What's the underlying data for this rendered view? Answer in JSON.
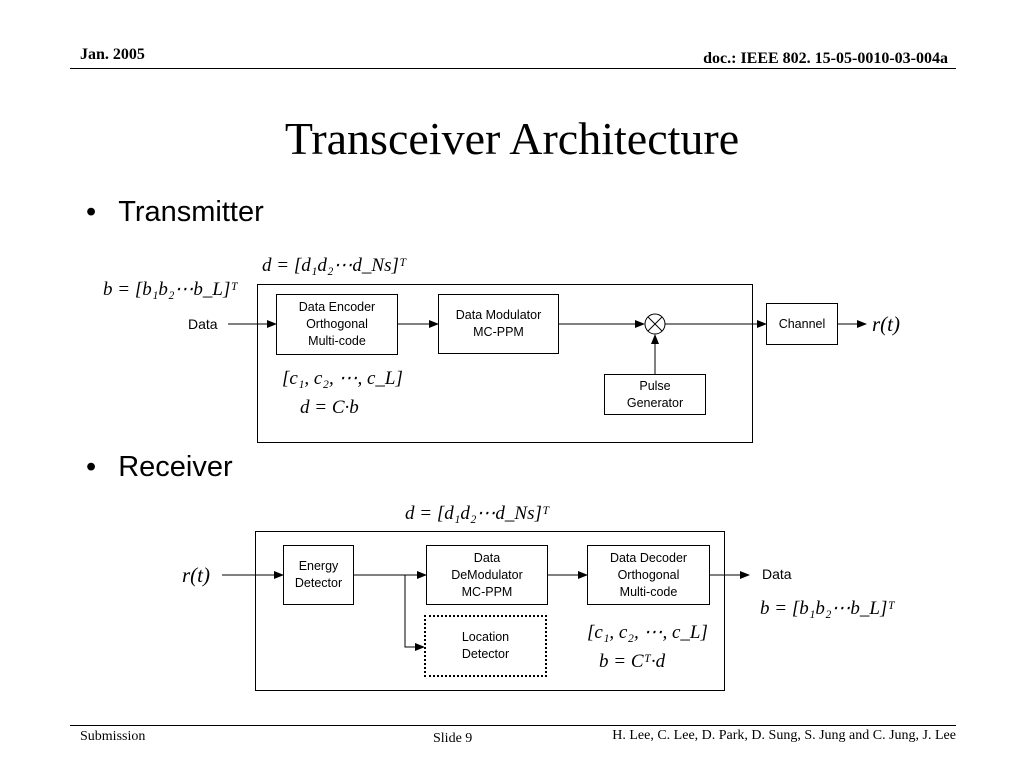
{
  "header": {
    "date": "Jan. 2005",
    "doc_id": "doc.: IEEE 802. 15-05-0010-03-004a"
  },
  "title": "Transceiver Architecture",
  "transmitter": {
    "bullet": "Transmitter",
    "input_label": "Data",
    "output_label": "r(t)",
    "blocks": {
      "encoder": [
        "Data Encoder",
        "Orthogonal",
        "Multi-code"
      ],
      "modulator": [
        "Data Modulator",
        "MC-PPM"
      ],
      "pulse_generator": [
        "Pulse",
        "Generator"
      ],
      "channel": "Channel"
    },
    "eq_b": "b = [b₁b₂⋯b_L]ᵀ",
    "eq_d": "d = [d₁d₂⋯d_Ns]ᵀ",
    "eq_c": "[c₁, c₂, ⋯, c_L]",
    "eq_d_cb": "d = C·b"
  },
  "receiver": {
    "bullet": "Receiver",
    "input_label": "r(t)",
    "output_label": "Data",
    "blocks": {
      "energy_detector": [
        "Energy",
        "Detector"
      ],
      "demodulator": [
        "Data",
        "DeModulator",
        "MC-PPM"
      ],
      "decoder": [
        "Data Decoder",
        "Orthogonal",
        "Multi-code"
      ],
      "location_detector": [
        "Location",
        "Detector"
      ]
    },
    "eq_d": "d = [d₁d₂⋯d_Ns]ᵀ",
    "eq_b": "b = [b₁b₂⋯b_L]ᵀ",
    "eq_c": "[c₁, c₂, ⋯, c_L]",
    "eq_b_ctd": "b = Cᵀ·d"
  },
  "footer": {
    "left": "Submission",
    "center": "Slide 9",
    "right": "H. Lee, C. Lee, D. Park, D. Sung, S. Jung and C. Jung, J. Lee"
  }
}
